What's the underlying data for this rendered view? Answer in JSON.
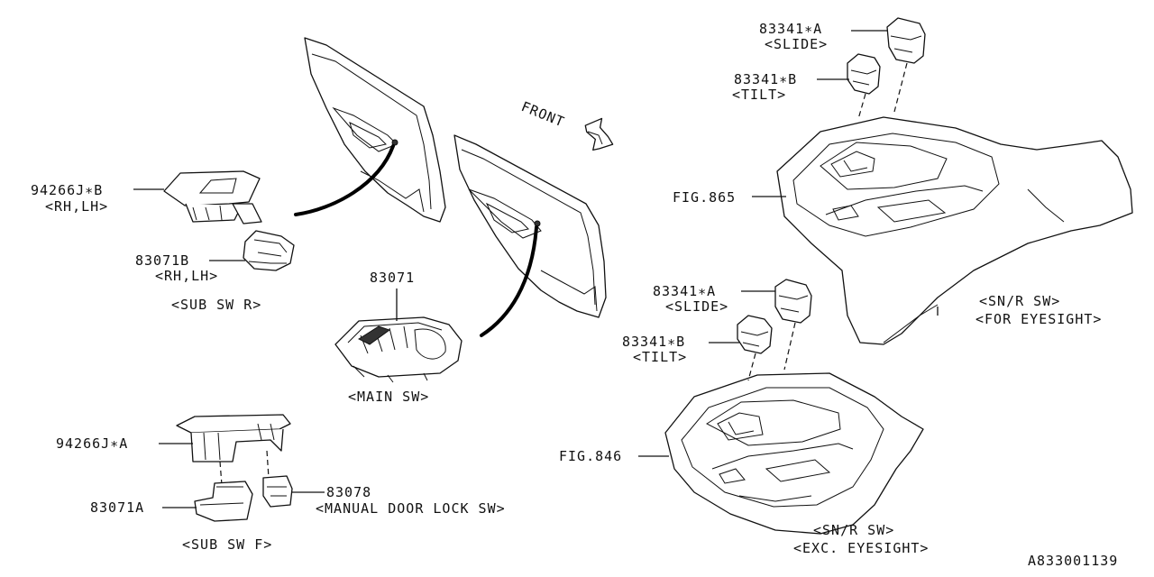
{
  "labels": {
    "p94266J_B": "94266J∗B",
    "p94266J_B_sub": "<RH,LH>",
    "p83071B": "83071B",
    "p83071B_sub": "<RH,LH>",
    "sub_sw_r": "<SUB SW R>",
    "p83071": "83071",
    "main_sw": "<MAIN SW>",
    "p94266J_A": "94266J∗A",
    "p83071A": "83071A",
    "p83078": "83078",
    "p83078_sub": "<MANUAL DOOR LOCK SW>",
    "sub_sw_f": "<SUB SW F>",
    "front": "FRONT",
    "top_83341_A": "83341∗A",
    "top_slide": "<SLIDE>",
    "top_83341_B": "83341∗B",
    "top_tilt": "<TILT>",
    "fig865": "FIG.865",
    "snr_sw_top": "<SN/R SW>",
    "for_eyesight": "<FOR EYESIGHT>",
    "bot_83341_A": "83341∗A",
    "bot_slide": "<SLIDE>",
    "bot_83341_B": "83341∗B",
    "bot_tilt": "<TILT>",
    "fig846": "FIG.846",
    "snr_sw_bot": "<SN/R SW>",
    "exc_eyesight": "<EXC. EYESIGHT>",
    "diagram_id": "A833001139"
  }
}
